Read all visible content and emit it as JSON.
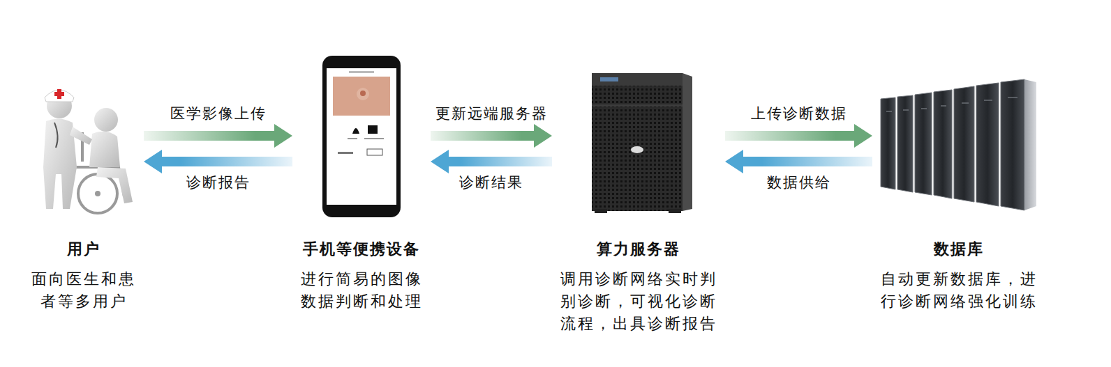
{
  "diagram": {
    "nodes": [
      {
        "text": [
          "用户",
          "面向医生和患者等多用户"
        ]
      },
      {
        "text": [
          "手机等便携设备",
          "进行简易的图像数据判断和处理"
        ]
      },
      {
        "text": [
          "算力服务器",
          "调用诊断网络实时判别诊断，可视化诊断流程，出具诊断报告"
        ]
      },
      {
        "text": [
          "数据库",
          "自动更新数据库，进行诊断网络强化训练"
        ]
      }
    ],
    "edges": [
      {
        "from": 0,
        "to": 1,
        "label": "医学影像上传",
        "arrow": "to"
      },
      {
        "from": 1,
        "to": 0,
        "label": "诊断报告",
        "arrow": "to"
      },
      {
        "from": 1,
        "to": 2,
        "label": "更新远端服务器",
        "arrow": "to"
      },
      {
        "from": 2,
        "to": 1,
        "label": "诊断结果",
        "arrow": "to"
      },
      {
        "from": 2,
        "to": 3,
        "label": "上传诊断数据",
        "arrow": "to"
      },
      {
        "from": 3,
        "to": 2,
        "label": "数据供给",
        "arrow": "to"
      }
    ]
  }
}
